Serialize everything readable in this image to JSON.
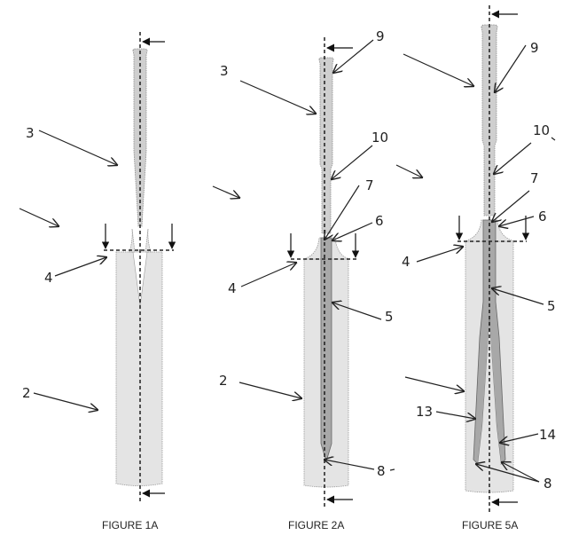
{
  "figures": [
    {
      "id": "1A",
      "caption": "FIGURE 1A",
      "labels": [
        "3",
        "4",
        "2"
      ]
    },
    {
      "id": "2A",
      "caption": "FIGURE 2A",
      "labels": [
        "9",
        "3",
        "10",
        "7",
        "6",
        "4",
        "5",
        "2",
        "8"
      ]
    },
    {
      "id": "5A",
      "caption": "FIGURE 5A",
      "labels": [
        "9",
        "10",
        "7",
        "6",
        "4",
        "5",
        "13",
        "14",
        "8"
      ]
    }
  ],
  "colors": {
    "blade": "#e4e4e4",
    "handle": "#cfcfcf",
    "core": "#a8a8a8",
    "ink": "#222222"
  }
}
